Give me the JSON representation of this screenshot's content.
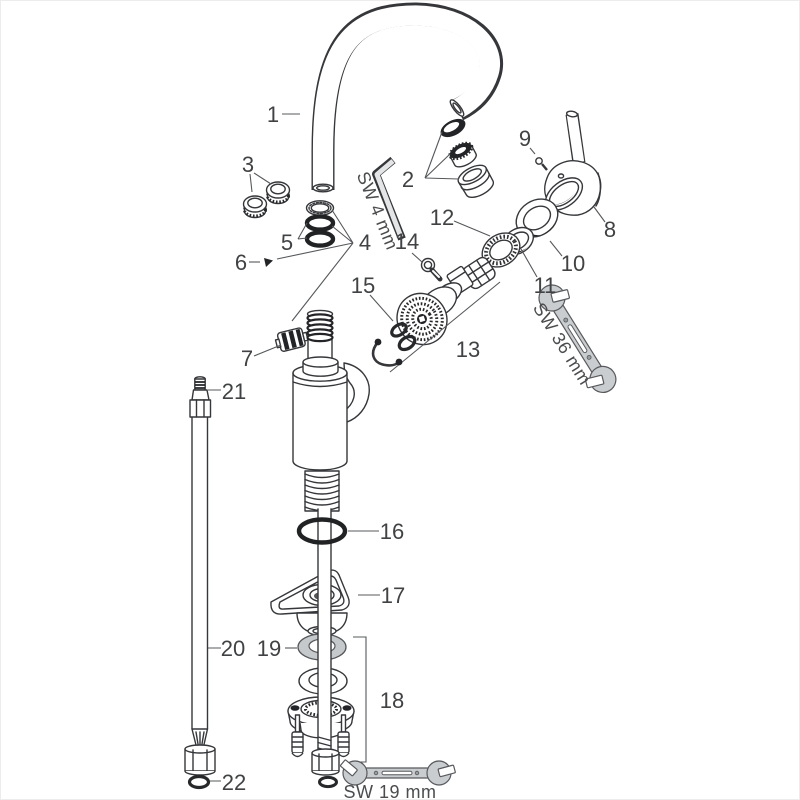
{
  "diagram": {
    "type": "exploded-parts-diagram",
    "subject": "single-lever basin mixer faucet spare parts",
    "background_color": "#ffffff",
    "line_color": "#35373a",
    "tool_color": "#cacdd0",
    "part_numbers": {
      "p1": "1",
      "p2": "2",
      "p3": "3",
      "p4": "4",
      "p5": "5",
      "p6": "6",
      "p7": "7",
      "p8": "8",
      "p9": "9",
      "p10": "10",
      "p11": "11",
      "p12": "12",
      "p13": "13",
      "p14": "14",
      "p15": "15",
      "p16": "16",
      "p17": "17",
      "p18": "18",
      "p19": "19",
      "p20": "20",
      "p21": "21",
      "p22": "22"
    },
    "tool_labels": {
      "allen_key": "SW 4 mm",
      "wrench_large": "SW 36 mm",
      "wrench_small": "SW 19 mm"
    }
  }
}
